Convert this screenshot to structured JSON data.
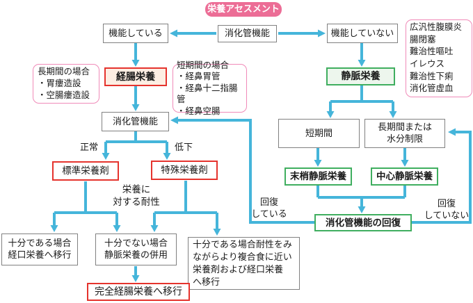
{
  "colors": {
    "arrow": "#45b5da",
    "title_fill": "#ec6d96",
    "pink_border": "#f08ab8",
    "red_border": "#e5332d",
    "green_border": "#3fae5f",
    "gray_border": "#808080",
    "enteral_fill": "#fdeee3",
    "parenteral_fill": "#edf6ed",
    "text": "#1a1a1a"
  },
  "title": "栄養アセスメント",
  "nodes": {
    "gi_function_top": "消化管機能",
    "functioning": "機能している",
    "not_functioning": "機能していない",
    "contraindications": "広汎性腹膜炎\n腸閉塞\n難治性嘔吐\nイレウス\n難治性下痢\n消化管虚血",
    "long_term_access": "長期間の場合\n・胃瘻造設\n・空腸瘻造設",
    "enteral_nutrition": "経腸栄養",
    "short_term_access": "短期間の場合\n・経鼻胃管\n・経鼻十二指腸管\n・経鼻空腸",
    "parenteral_nutrition": "静脈栄養",
    "gi_function_recheck": "消化管機能",
    "short_term": "短期間",
    "long_term_or_fluid": "長期間または\n水分制限",
    "peripheral_pn": "末梢静脈栄養",
    "central_pn": "中心静脈栄養",
    "gi_recovery": "消化管機能の回復",
    "standard_formula": "標準栄養剤",
    "special_formula": "特殊栄養剤",
    "adequate_to_oral": "十分である場合\n経口栄養へ移行",
    "inadequate_add_pn": "十分でない場合\n静脈栄養の併用",
    "adequate_complex": "十分である場合耐性をみ\nながらより複合食に近い\n栄養剤および経口栄養\nへ移行",
    "to_full_enteral": "完全経腸栄養へ移行"
  },
  "labels": {
    "normal": "正常",
    "decreased": "低下",
    "tolerance": "栄養に\n対する耐性",
    "recovering": "回復\nしている",
    "not_recovering": "回復\nしていない"
  }
}
